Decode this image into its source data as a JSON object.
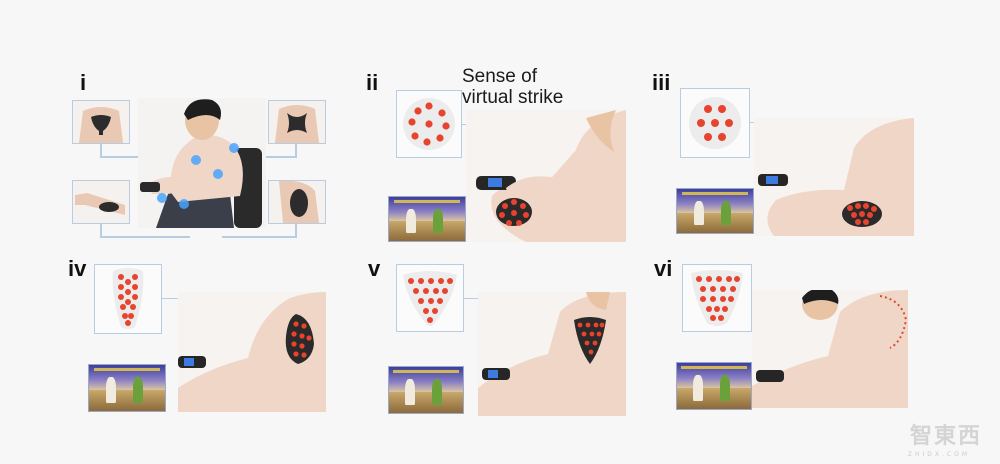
{
  "figure": {
    "panels": [
      {
        "id": "i",
        "label": "i"
      },
      {
        "id": "ii",
        "label": "ii",
        "caption": [
          "Sense of",
          "virtual strike"
        ]
      },
      {
        "id": "iii",
        "label": "iii"
      },
      {
        "id": "iv",
        "label": "iv"
      },
      {
        "id": "v",
        "label": "v"
      },
      {
        "id": "vi",
        "label": "vi"
      }
    ]
  },
  "watermark": {
    "text": "智東西",
    "subtext": "ZHIDX.COM"
  },
  "colors": {
    "dot": "#e8432e",
    "line": "#b8cde2",
    "sweater": "#efd6c6",
    "pad": "#333333"
  }
}
